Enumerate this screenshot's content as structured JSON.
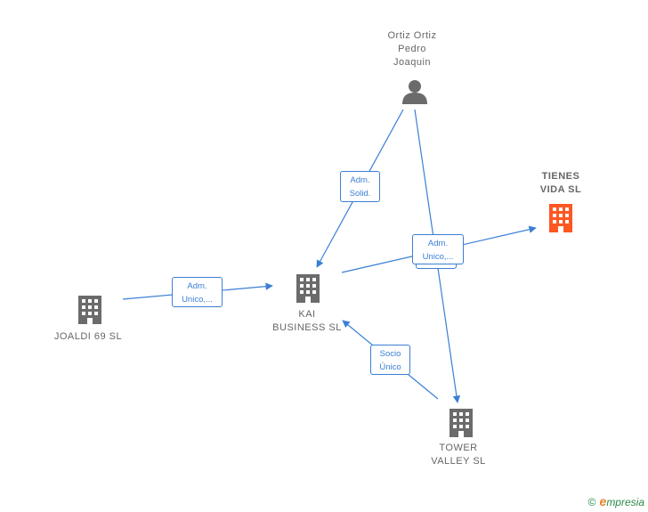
{
  "nodes": {
    "ortiz": {
      "label": "Ortiz Ortiz\nPedro\nJoaquin",
      "type": "person-icon"
    },
    "tienes": {
      "label": "TIENES\nVIDA  SL",
      "type": "building-icon",
      "color": "#ff5722"
    },
    "kai": {
      "label": "KAI\nBUSINESS  SL",
      "type": "building-icon",
      "color": "#6b6b6b"
    },
    "joaldi": {
      "label": "JOALDI 69  SL",
      "type": "building-icon",
      "color": "#6b6b6b"
    },
    "tower": {
      "label": "TOWER\nVALLEY  SL",
      "type": "building-icon",
      "color": "#6b6b6b"
    }
  },
  "edges": {
    "ortiz_kai": {
      "label": "Adm.\nSolid."
    },
    "kai_tienes": {
      "label": "Adm.\nUnico,..."
    },
    "joaldi_kai": {
      "label": "Adm.\nUnico,..."
    },
    "tower_kai": {
      "label": "Socio\nÚnico"
    }
  },
  "footer": {
    "copyright": "©",
    "brand_initial": "e",
    "brand_rest": "mpresia"
  },
  "colors": {
    "edge": "#3a7fd5",
    "node": "#6b6b6b",
    "highlight": "#ff5722"
  }
}
